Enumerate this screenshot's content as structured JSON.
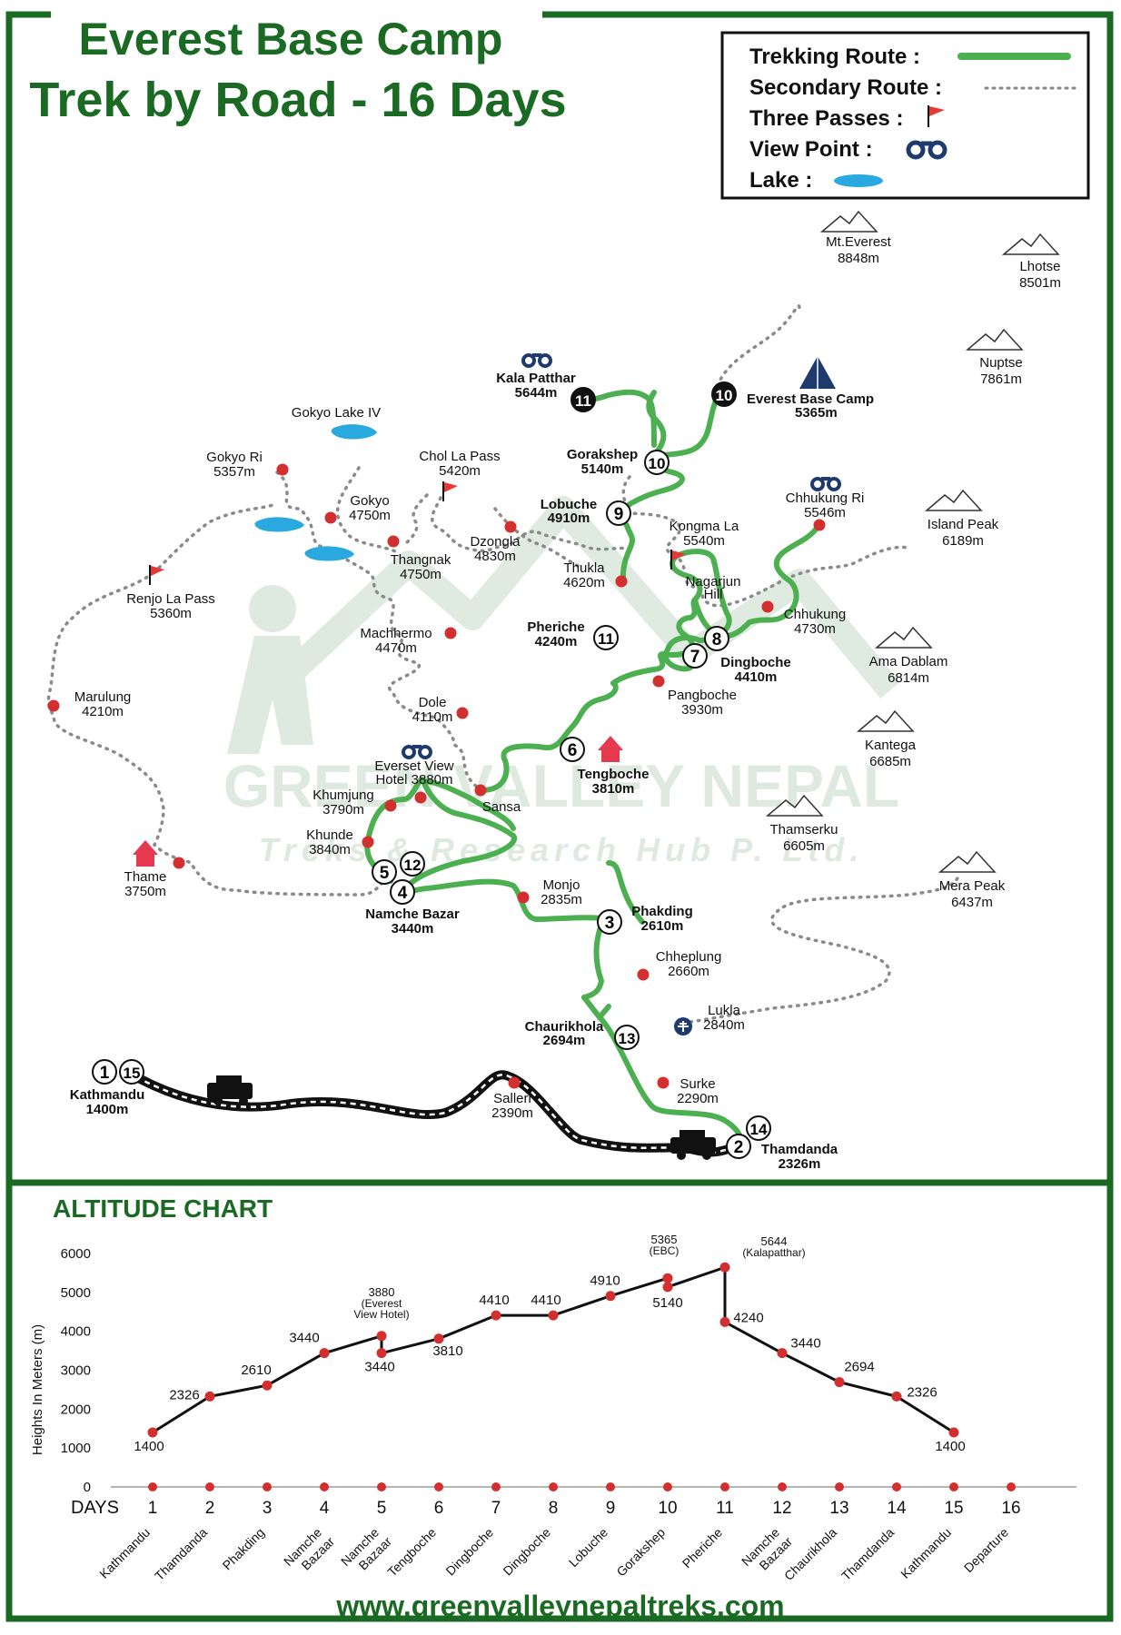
{
  "title": {
    "line1": "Everest Base Camp",
    "line2": "Trek by Road - 16 Days"
  },
  "legend": {
    "trekking_route": "Trekking Route :",
    "secondary_route": "Secondary Route :",
    "three_passes": "Three Passes :",
    "view_point": "View Point :",
    "lake": "Lake :"
  },
  "watermark": {
    "name": "GREEN VALLEY NEPAL",
    "tagline": "Treks & Research Hub P. Ltd."
  },
  "colors": {
    "brand_green": "#1b6a24",
    "route_green": "#4caf50",
    "marker_red": "#d32f2f",
    "lake_blue": "#29a9e0",
    "viewpoint_navy": "#1e3a6e"
  },
  "peaks": [
    {
      "name": "Mt.Everest",
      "alt": "8848m"
    },
    {
      "name": "Lhotse",
      "alt": "8501m"
    },
    {
      "name": "Nuptse",
      "alt": "7861m"
    },
    {
      "name": "Island Peak",
      "alt": "6189m"
    },
    {
      "name": "Ama Dablam",
      "alt": "6814m"
    },
    {
      "name": "Kantega",
      "alt": "6685m"
    },
    {
      "name": "Thamserku",
      "alt": "6605m"
    },
    {
      "name": "Mera Peak",
      "alt": "6437m"
    }
  ],
  "places": {
    "kala_patthar": {
      "name": "Kala Patthar",
      "alt": "5644m"
    },
    "ebc": {
      "name": "Everest Base Camp",
      "alt": "5365m"
    },
    "gorakshep": {
      "name": "Gorakshep",
      "alt": "5140m"
    },
    "lobuche": {
      "name": "Lobuche",
      "alt": "4910m"
    },
    "thukla": {
      "name": "Thukla",
      "alt": "4620m"
    },
    "pheriche": {
      "name": "Pheriche",
      "alt": "4240m"
    },
    "dingboche": {
      "name": "Dingboche",
      "alt": "4410m"
    },
    "pangboche": {
      "name": "Pangboche",
      "alt": "3930m"
    },
    "tengboche": {
      "name": "Tengboche",
      "alt": "3810m"
    },
    "chhukung_ri": {
      "name": "Chhukung Ri",
      "alt": "5546m"
    },
    "chhukung": {
      "name": "Chhukung",
      "alt": "4730m"
    },
    "kongma_la": {
      "name": "Kongma La",
      "alt": "5540m"
    },
    "nagarjun": {
      "name": "Nagarjun",
      "name2": "Hill"
    },
    "gokyo_lake": {
      "name": "Gokyo Lake IV"
    },
    "gokyo_ri": {
      "name": "Gokyo Ri",
      "alt": "5357m"
    },
    "gokyo": {
      "name": "Gokyo",
      "alt": "4750m"
    },
    "chol_la": {
      "name": "Chol La Pass",
      "alt": "5420m"
    },
    "dzongla": {
      "name": "Dzongla",
      "alt": "4830m"
    },
    "thangnak": {
      "name": "Thangnak",
      "alt": "4750m"
    },
    "renjo_la": {
      "name": "Renjo La Pass",
      "alt": "5360m"
    },
    "machhermo": {
      "name": "Machhermo",
      "alt": "4470m"
    },
    "marulung": {
      "name": "Marulung",
      "alt": "4210m"
    },
    "dole": {
      "name": "Dole",
      "alt": "4110m"
    },
    "everest_view": {
      "name": "Everset View",
      "alt": "Hotel 3880m"
    },
    "khumjung": {
      "name": "Khumjung",
      "alt": "3790m"
    },
    "sansa": {
      "name": "Sansa"
    },
    "khunde": {
      "name": "Khunde",
      "alt": "3840m"
    },
    "thame": {
      "name": "Thame",
      "alt": "3750m"
    },
    "namche": {
      "name": "Namche Bazar",
      "alt": "3440m"
    },
    "monjo": {
      "name": "Monjo",
      "alt": "2835m"
    },
    "phakding": {
      "name": "Phakding",
      "alt": "2610m"
    },
    "chheplung": {
      "name": "Chheplung",
      "alt": "2660m"
    },
    "lukla": {
      "name": "Lukla",
      "alt": "2840m"
    },
    "chaurikhola": {
      "name": "Chaurikhola",
      "alt": "2694m"
    },
    "surke": {
      "name": "Surke",
      "alt": "2290m"
    },
    "thamdanda": {
      "name": "Thamdanda",
      "alt": "2326m"
    },
    "kathmandu": {
      "name": "Kathmandu",
      "alt": "1400m"
    },
    "salleri": {
      "name": "Salleri",
      "alt": "2390m"
    }
  },
  "day_markers": {
    "d1": "1",
    "d15": "15",
    "d2": "2",
    "d14": "14",
    "d3": "3",
    "d13": "13",
    "d4": "4",
    "d5": "5",
    "d12": "12",
    "d6": "6",
    "d7": "7",
    "d8": "8",
    "d11a": "11",
    "d9": "9",
    "d10a": "10",
    "d10b": "10",
    "d11b": "11"
  },
  "altitude_chart": {
    "heading": "ALTITUDE CHART",
    "website": "www.greenvalleynepaltreks.com"
  },
  "chart_data": {
    "type": "line",
    "title": "ALTITUDE CHART",
    "xlabel": "DAYS",
    "ylabel": "Heights In Meters (m)",
    "ylim": [
      0,
      6000
    ],
    "yticks": [
      "0",
      "1000",
      "2000",
      "3000",
      "4000",
      "5000",
      "6000"
    ],
    "days": [
      "1",
      "2",
      "3",
      "4",
      "5",
      "6",
      "7",
      "8",
      "9",
      "10",
      "11",
      "12",
      "13",
      "14",
      "15",
      "16"
    ],
    "day_names": [
      [
        "Kathmandu"
      ],
      [
        "Thamdanda"
      ],
      [
        "Phakding"
      ],
      [
        "Namche",
        "Bazaar"
      ],
      [
        "Namche",
        "Bazaar"
      ],
      [
        "Tengboche"
      ],
      [
        "Dingboche"
      ],
      [
        "Dingboche"
      ],
      [
        "Lobuche"
      ],
      [
        "Gorakshep"
      ],
      [
        "Pheriche"
      ],
      [
        "Namche",
        "Bazaar"
      ],
      [
        "Chaurikhola"
      ],
      [
        "Thamdanda"
      ],
      [
        "Kathmandu"
      ],
      [
        "Departure"
      ]
    ],
    "points": [
      {
        "x": 1,
        "y": 1400,
        "label": [
          "1400"
        ]
      },
      {
        "x": 2,
        "y": 2326,
        "label": [
          "2326"
        ]
      },
      {
        "x": 3,
        "y": 2610,
        "label": [
          "2610"
        ]
      },
      {
        "x": 4,
        "y": 3440,
        "label": [
          "3440"
        ]
      },
      {
        "x": 5,
        "y": 3880,
        "label": [
          "3880",
          "(Everest",
          "View Hotel)"
        ]
      },
      {
        "x": 5,
        "y": 3440,
        "label": [
          "3440"
        ]
      },
      {
        "x": 6,
        "y": 3810,
        "label": [
          "3810"
        ]
      },
      {
        "x": 7,
        "y": 4410,
        "label": [
          "4410"
        ]
      },
      {
        "x": 8,
        "y": 4410,
        "label": [
          "4410"
        ]
      },
      {
        "x": 9,
        "y": 4910,
        "label": [
          "4910"
        ]
      },
      {
        "x": 10,
        "y": 5365,
        "label": [
          "5365",
          "(EBC)"
        ]
      },
      {
        "x": 10,
        "y": 5140,
        "label": [
          "5140"
        ]
      },
      {
        "x": 11,
        "y": 5644,
        "label": [
          "5644",
          "(Kalapatthar)"
        ]
      },
      {
        "x": 11,
        "y": 4240,
        "label": [
          "4240"
        ]
      },
      {
        "x": 12,
        "y": 3440,
        "label": [
          "3440"
        ]
      },
      {
        "x": 13,
        "y": 2694,
        "label": [
          "2694"
        ]
      },
      {
        "x": 14,
        "y": 2326,
        "label": [
          "2326"
        ]
      },
      {
        "x": 15,
        "y": 1400,
        "label": [
          "1400"
        ]
      }
    ],
    "line_order": [
      [
        1,
        1400
      ],
      [
        2,
        2326
      ],
      [
        3,
        2610
      ],
      [
        4,
        3440
      ],
      [
        5,
        3880
      ],
      [
        5,
        3440
      ],
      [
        6,
        3810
      ],
      [
        7,
        4410
      ],
      [
        8,
        4410
      ],
      [
        9,
        4910
      ],
      [
        10,
        5365
      ],
      [
        10,
        5140
      ],
      [
        11,
        5644
      ],
      [
        11,
        4240
      ],
      [
        12,
        3440
      ],
      [
        13,
        2694
      ],
      [
        14,
        2326
      ],
      [
        15,
        1400
      ]
    ],
    "grid": false
  }
}
